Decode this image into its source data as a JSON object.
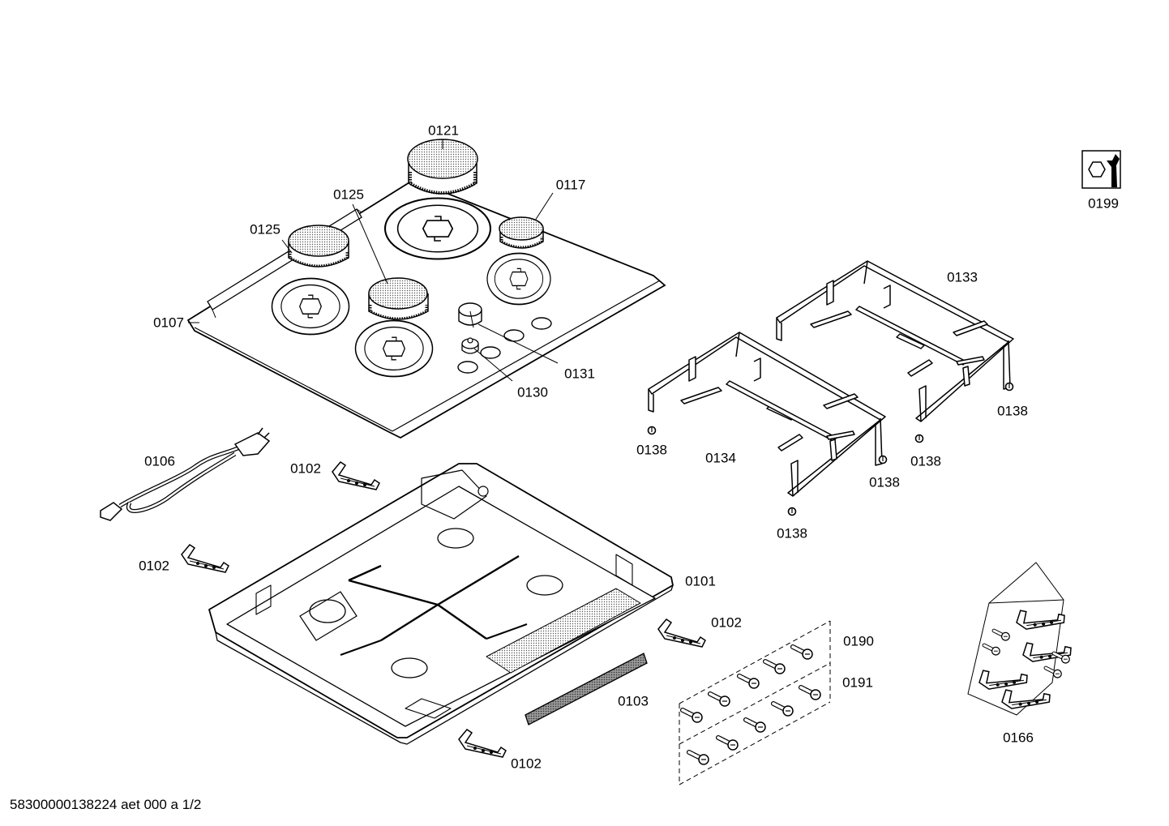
{
  "labels": {
    "p0121": "0121",
    "p0117": "0117",
    "p0125_upper": "0125",
    "p0125_left": "0125",
    "p0107": "0107",
    "p0131": "0131",
    "p0130": "0130",
    "p0199": "0199",
    "p0133": "0133",
    "p0134": "0134",
    "p0138_a": "0138",
    "p0138_b": "0138",
    "p0138_c": "0138",
    "p0138_d": "0138",
    "p0138_e": "0138",
    "p0106": "0106",
    "p0102_a": "0102",
    "p0102_b": "0102",
    "p0102_c": "0102",
    "p0102_d": "0102",
    "p0101": "0101",
    "p0103": "0103",
    "p0190": "0190",
    "p0191": "0191",
    "p0166": "0166"
  },
  "document_id": "58300000138224 aet 000 a 1/2",
  "icons": {
    "service_icon": "wrench-nut-icon"
  }
}
